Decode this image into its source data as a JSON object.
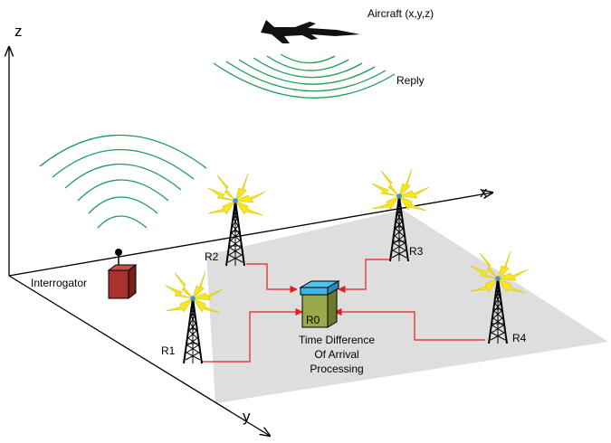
{
  "axes": {
    "x": "x",
    "y": "y",
    "z": "z"
  },
  "aircraft": {
    "label": "Aircraft (x,y,z)",
    "reply_label": "Reply"
  },
  "interrogator": {
    "label": "Interrogator"
  },
  "receivers": [
    {
      "id": "R1"
    },
    {
      "id": "R2"
    },
    {
      "id": "R3"
    },
    {
      "id": "R4"
    }
  ],
  "processor": {
    "id": "R0",
    "caption_lines": [
      "Time Difference",
      "Of Arrival",
      "Processing"
    ]
  },
  "colors": {
    "ground": "#dedede",
    "wave": "#1e9a5a",
    "link": "#e02020",
    "box_body": "#9aaa4a",
    "box_top": "#3fb5e6",
    "interrogator": "#a8322c",
    "lightning": "#f5e61e"
  }
}
